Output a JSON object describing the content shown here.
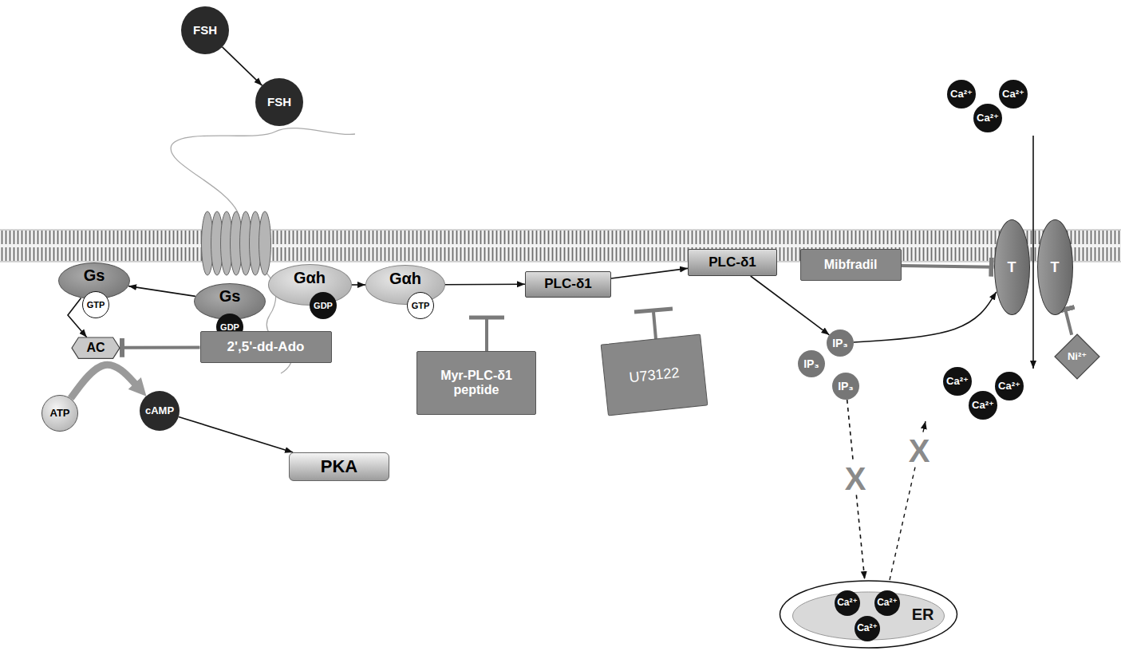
{
  "diagram": {
    "nodes": [
      {
        "text": [
          "FSH"
        ]
      },
      {
        "text": [
          "FSH"
        ]
      },
      {
        "text": [
          "Gαh"
        ]
      },
      {
        "text": [
          "GDP"
        ]
      },
      {
        "text": [
          "Gs"
        ]
      },
      {
        "text": [
          "GDP"
        ]
      },
      {
        "text": [
          "Gs"
        ]
      },
      {
        "text": [
          "GTP"
        ]
      },
      {
        "text": [
          "Gαh"
        ]
      },
      {
        "text": [
          "GTP"
        ]
      },
      {
        "text": [
          "PLC-δ1"
        ]
      },
      {
        "text": [
          "PLC-δ1"
        ]
      },
      {
        "text": [
          "Myr-PLC-δ1 peptide"
        ]
      },
      {
        "text": [
          "U73122"
        ]
      },
      {
        "text": [
          "AC"
        ]
      },
      {
        "text": [
          "2',5'-dd-Ado"
        ]
      },
      {
        "text": [
          "ATP"
        ]
      },
      {
        "text": [
          "cAMP"
        ]
      },
      {
        "text": [
          "PKA"
        ]
      },
      {
        "text": [
          "Mibfradil"
        ]
      },
      {
        "text": [
          "IP₃"
        ]
      },
      {
        "text": [
          "IP₃"
        ]
      },
      {
        "text": [
          "IP₃"
        ]
      },
      {
        "text": [
          "T"
        ]
      },
      {
        "text": [
          "T"
        ]
      },
      {
        "text": [
          "Ni²⁺"
        ]
      },
      {
        "text": [
          "ER"
        ]
      },
      {
        "text": [
          "Ca²⁺"
        ],
        "in": 26
      },
      {
        "text": [
          "Ca²⁺"
        ],
        "in": 26
      },
      {
        "text": [
          "Ca²⁺"
        ],
        "in": 26
      },
      {
        "text": [
          "Ca²⁺"
        ]
      },
      {
        "text": [
          "Ca²⁺"
        ]
      },
      {
        "text": [
          "Ca²⁺"
        ]
      },
      {
        "text": [
          "Ca²⁺"
        ]
      },
      {
        "text": [
          "Ca²⁺"
        ]
      },
      {
        "text": [
          "Ca²⁺"
        ]
      }
    ],
    "edges": [
      {
        "from": 0,
        "to": 1,
        "arrow": "to"
      },
      {
        "from": 4,
        "to": 6,
        "arrow": "to"
      },
      {
        "from": 2,
        "to": 8,
        "arrow": "to"
      },
      {
        "from": 6,
        "to": 14,
        "arrow": "to"
      },
      {
        "from": 15,
        "to": 14,
        "arrow": "to"
      },
      {
        "from": 16,
        "to": 17,
        "arrow": "to"
      },
      {
        "from": 17,
        "to": 18,
        "arrow": "to"
      },
      {
        "from": 8,
        "to": 10,
        "arrow": "to"
      },
      {
        "from": 10,
        "to": 11,
        "arrow": "to"
      },
      {
        "from": 11,
        "to": 20,
        "arrow": "to"
      },
      {
        "from": 20,
        "to": 23,
        "arrow": "to"
      },
      {
        "from": 19,
        "to": 23,
        "arrow": "to"
      },
      {
        "from": 25,
        "to": 24,
        "arrow": "to"
      },
      {
        "from": 22,
        "to": 26,
        "arrow": "to"
      }
    ],
    "labels": [
      "X",
      "X"
    ]
  }
}
